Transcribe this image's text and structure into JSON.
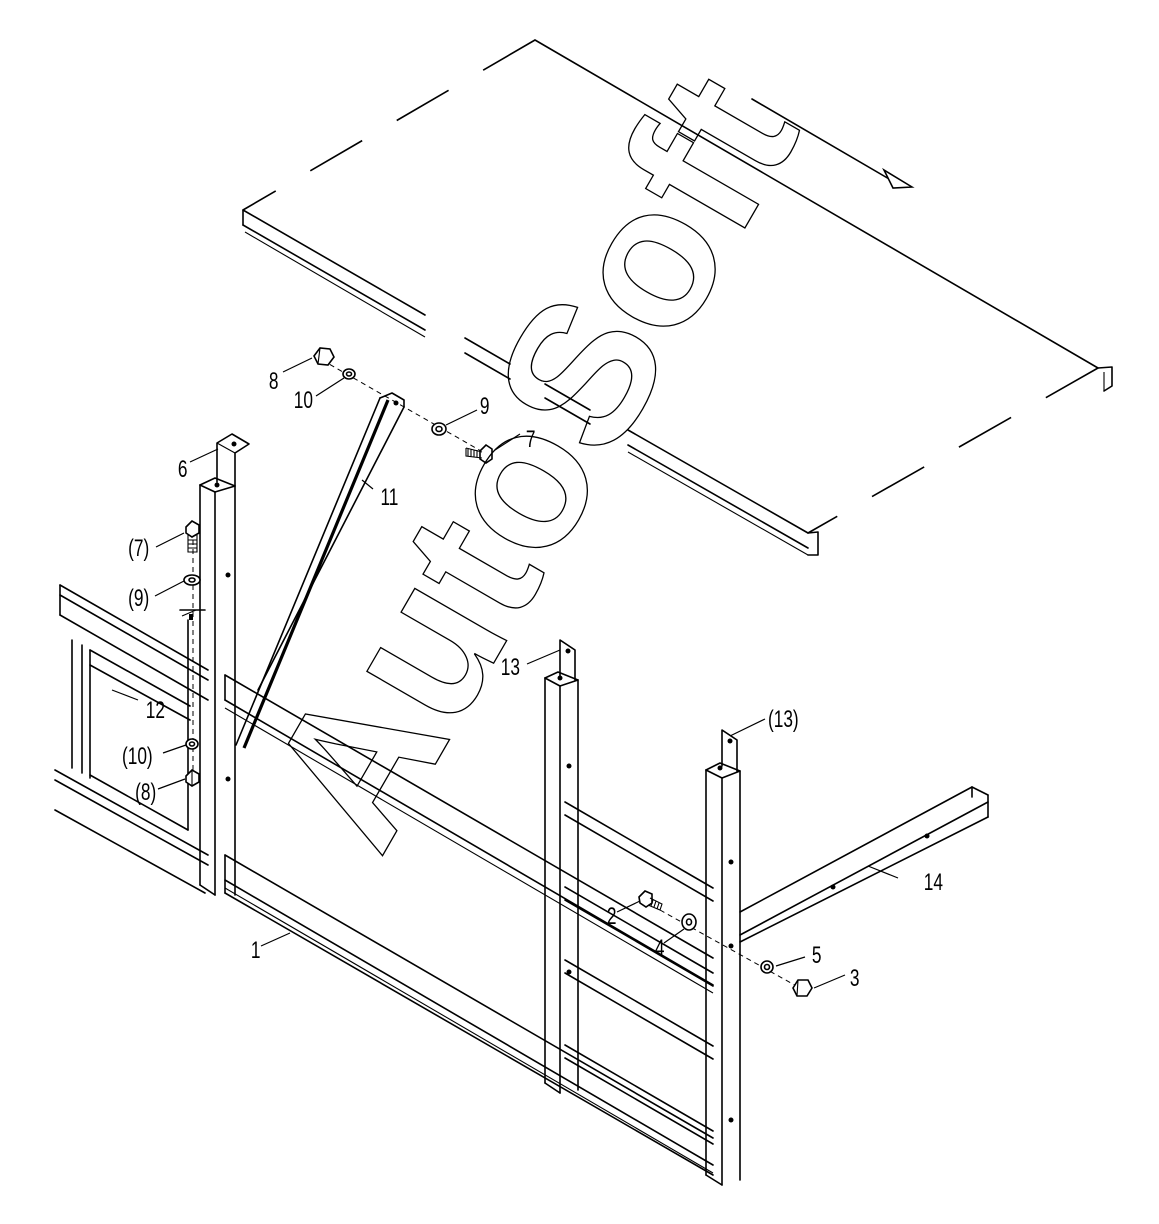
{
  "watermark": "AutoSoft",
  "callouts": [
    {
      "id": "c1",
      "label": "1"
    },
    {
      "id": "c2",
      "label": "2"
    },
    {
      "id": "c3",
      "label": "3"
    },
    {
      "id": "c4",
      "label": "4"
    },
    {
      "id": "c5",
      "label": "5"
    },
    {
      "id": "c6",
      "label": "6"
    },
    {
      "id": "c7",
      "label": "7"
    },
    {
      "id": "c7p",
      "label": "(7)"
    },
    {
      "id": "c8",
      "label": "8"
    },
    {
      "id": "c8p",
      "label": "(8)"
    },
    {
      "id": "c9",
      "label": "9"
    },
    {
      "id": "c9p",
      "label": "(9)"
    },
    {
      "id": "c10",
      "label": "10"
    },
    {
      "id": "c10p",
      "label": "(10)"
    },
    {
      "id": "c11",
      "label": "11"
    },
    {
      "id": "c12",
      "label": "12"
    },
    {
      "id": "c13",
      "label": "13"
    },
    {
      "id": "c13p",
      "label": "(13)"
    },
    {
      "id": "c14",
      "label": "14"
    }
  ]
}
